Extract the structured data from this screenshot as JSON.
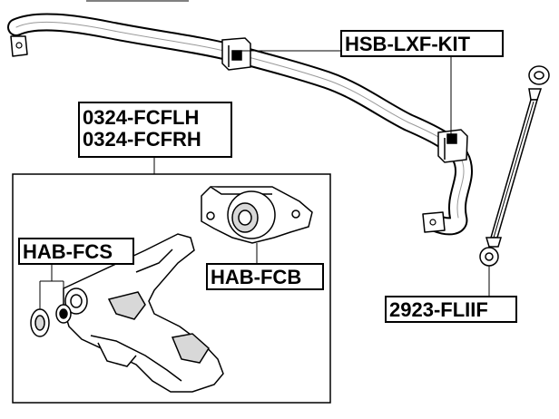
{
  "labels": {
    "hsb_lxf_kit": "HSB-LXF-KIT",
    "part_0324_fcflh": "0324-FCFLH",
    "part_0324_fcfrh": "0324-FCFRH",
    "hab_fcs": "HAB-FCS",
    "hab_fcb": "HAB-FCB",
    "part_2923_fliif": "2923-FLIIF"
  },
  "icons": {
    "stabilizer_bar": "stabilizer-bar-icon",
    "stabilizer_bushing": "stabilizer-bushing-icon",
    "stabilizer_link": "stabilizer-link-icon",
    "lower_control_arm": "control-arm-icon",
    "arm_bushing": "arm-bushing-icon",
    "small_bushing": "small-bushing-icon"
  },
  "colors": {
    "line": "#000000",
    "fill": "#ffffff",
    "shade": "#d8d8d8"
  }
}
